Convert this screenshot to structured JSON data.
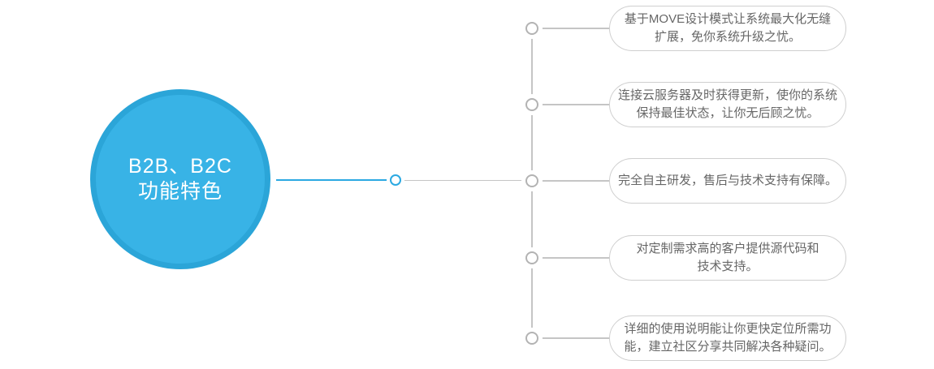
{
  "theme": {
    "page_bg": "#ffffff",
    "hub_fill": "#38b3e6",
    "hub_rim": "#2ba5d8",
    "accent_blue": "#2ba9e2",
    "line_gray": "#c5c5c5",
    "node_gray": "#b3b3b3",
    "pill_border": "#cfcfcf",
    "pill_text": "#666666"
  },
  "hub": {
    "title_line1": "B2B、B2C",
    "title_line2": "功能特色"
  },
  "features": [
    {
      "lines": [
        "基于MOVE设计模式让系统最大化无缝",
        "扩展，免你系统升级之忧。"
      ]
    },
    {
      "lines": [
        "连接云服务器及时获得更新，使你的系统",
        "保持最佳状态，让你无后顾之忧。"
      ]
    },
    {
      "lines": [
        "完全自主研发，售后与技术支持有保障。"
      ]
    },
    {
      "lines": [
        "对定制需求高的客户提供源代码和",
        "技术支持。"
      ]
    },
    {
      "lines": [
        "详细的使用说明能让你更快定位所需功",
        "能，建立社区分享共同解决各种疑问。"
      ]
    }
  ]
}
